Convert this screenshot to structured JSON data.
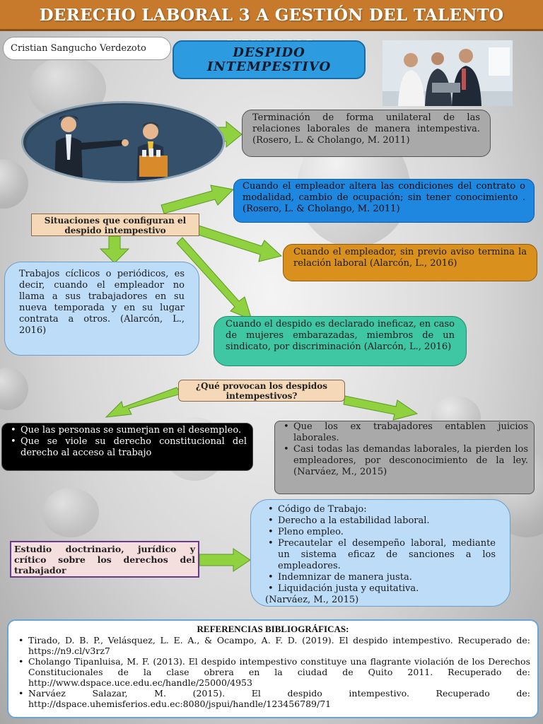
{
  "header": {
    "title": "DERECHO LABORAL 3 A GESTIÓN DEL TALENTO HUMANO"
  },
  "author": "Cristian Sangucho Verdezoto",
  "main_title": {
    "line1": "DESPIDO",
    "line2": "INTEMPESTIVO"
  },
  "definition": "Terminación de forma unilateral de las relaciones laborales de manera intempestiva. (Rosero, L. & Cholango, M. 2011)",
  "situaciones": {
    "label": "Situaciones que configuran el despido intempestivo",
    "blue": "Cuando el empleador  altera las condiciones del contrato o modalidad, cambio de ocupación; sin tener conocimiento . (Rosero, L. & Cholango, M. 2011)",
    "orange": "Cuando el empleador, sin previo aviso termina la relación laboral (Alarcón, L., 2016)",
    "lightblue": "Trabajos cíclicos o periódicos, es decir, cuando el empleador no llama a sus trabajadores en su nueva temporada y en su lugar contrata a otros. (Alarcón, L., 2016)",
    "teal": "Cuando el despido es declarado ineficaz, en caso de mujeres embarazadas, miembros de un sindicato, por discriminación (Alarcón, L., 2016)"
  },
  "provocan": {
    "label": "¿Qué provocan los despidos intempestivos?",
    "left_items": [
      "Que las personas se sumerjan en el desempleo.",
      "Que se viole su derecho constitucional del derecho al acceso al trabajo"
    ],
    "right_items": [
      "Que los ex trabajadores entablen juicios laborales.",
      "Casi todas las demandas laborales, la pierden los empleadores, por desconocimiento de la ley. (Narváez, M., 2015)"
    ]
  },
  "estudio": {
    "label": "Estudio doctrinario, jurídico y crítico sobre los derechos del trabajador",
    "items": [
      "Código de Trabajo:",
      "Derecho a la estabilidad laboral.",
      "Pleno empleo.",
      "Precautelar el desempeño laboral, mediante un sistema eficaz de sanciones a los empleadores.",
      "Indemnizar de manera justa.",
      "Liquidación justa y equitativa."
    ],
    "citation": "(Narváez, M., 2015)"
  },
  "references": {
    "title": "REFERENCIAS BIBLIOGRÁFICAS:",
    "items": [
      "Tirado, D. B. P., Velásquez, L. E. A., & Ocampo, A. F. D. (2019). El despido intempestivo. Recuperado de: https://n9.cl/v3rz7",
      "Cholango Tipanluisa, M. F. (2013). El despido intempestivo constituye una flagrante violación de los Derechos Constitucionales de la clase obrera en la ciudad de Quito 2011. Recuperado de: http://www.dspace.uce.edu.ec/handle/25000/4953",
      "Narváez Salazar, M. (2015). El despido intempestivo. Recuperado de: http://dspace.uhemisferios.edu.ec:8080/jspui/handle/123456789/71"
    ]
  },
  "colors": {
    "title_bar": "#c77a2c",
    "arrow": "#8fd13f",
    "main_title_bg": "#2c9be0"
  }
}
